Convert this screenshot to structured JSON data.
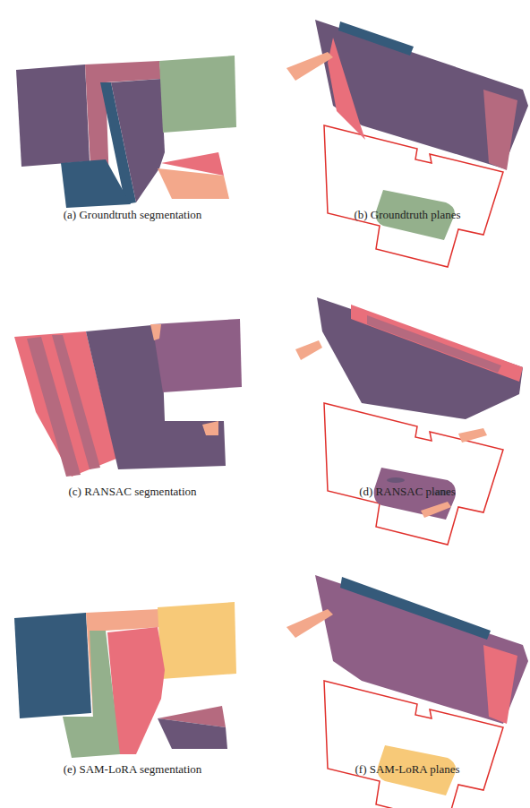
{
  "diagram": {
    "labels": [
      "(a) Groundtruth segmentation",
      "(b) Groundtruth planes",
      "(c) RANSAC segmentation",
      "(d) RANSAC planes",
      "(e) SAM-LoRA segmentation",
      "(f) SAM-LoRA planes"
    ]
  }
}
